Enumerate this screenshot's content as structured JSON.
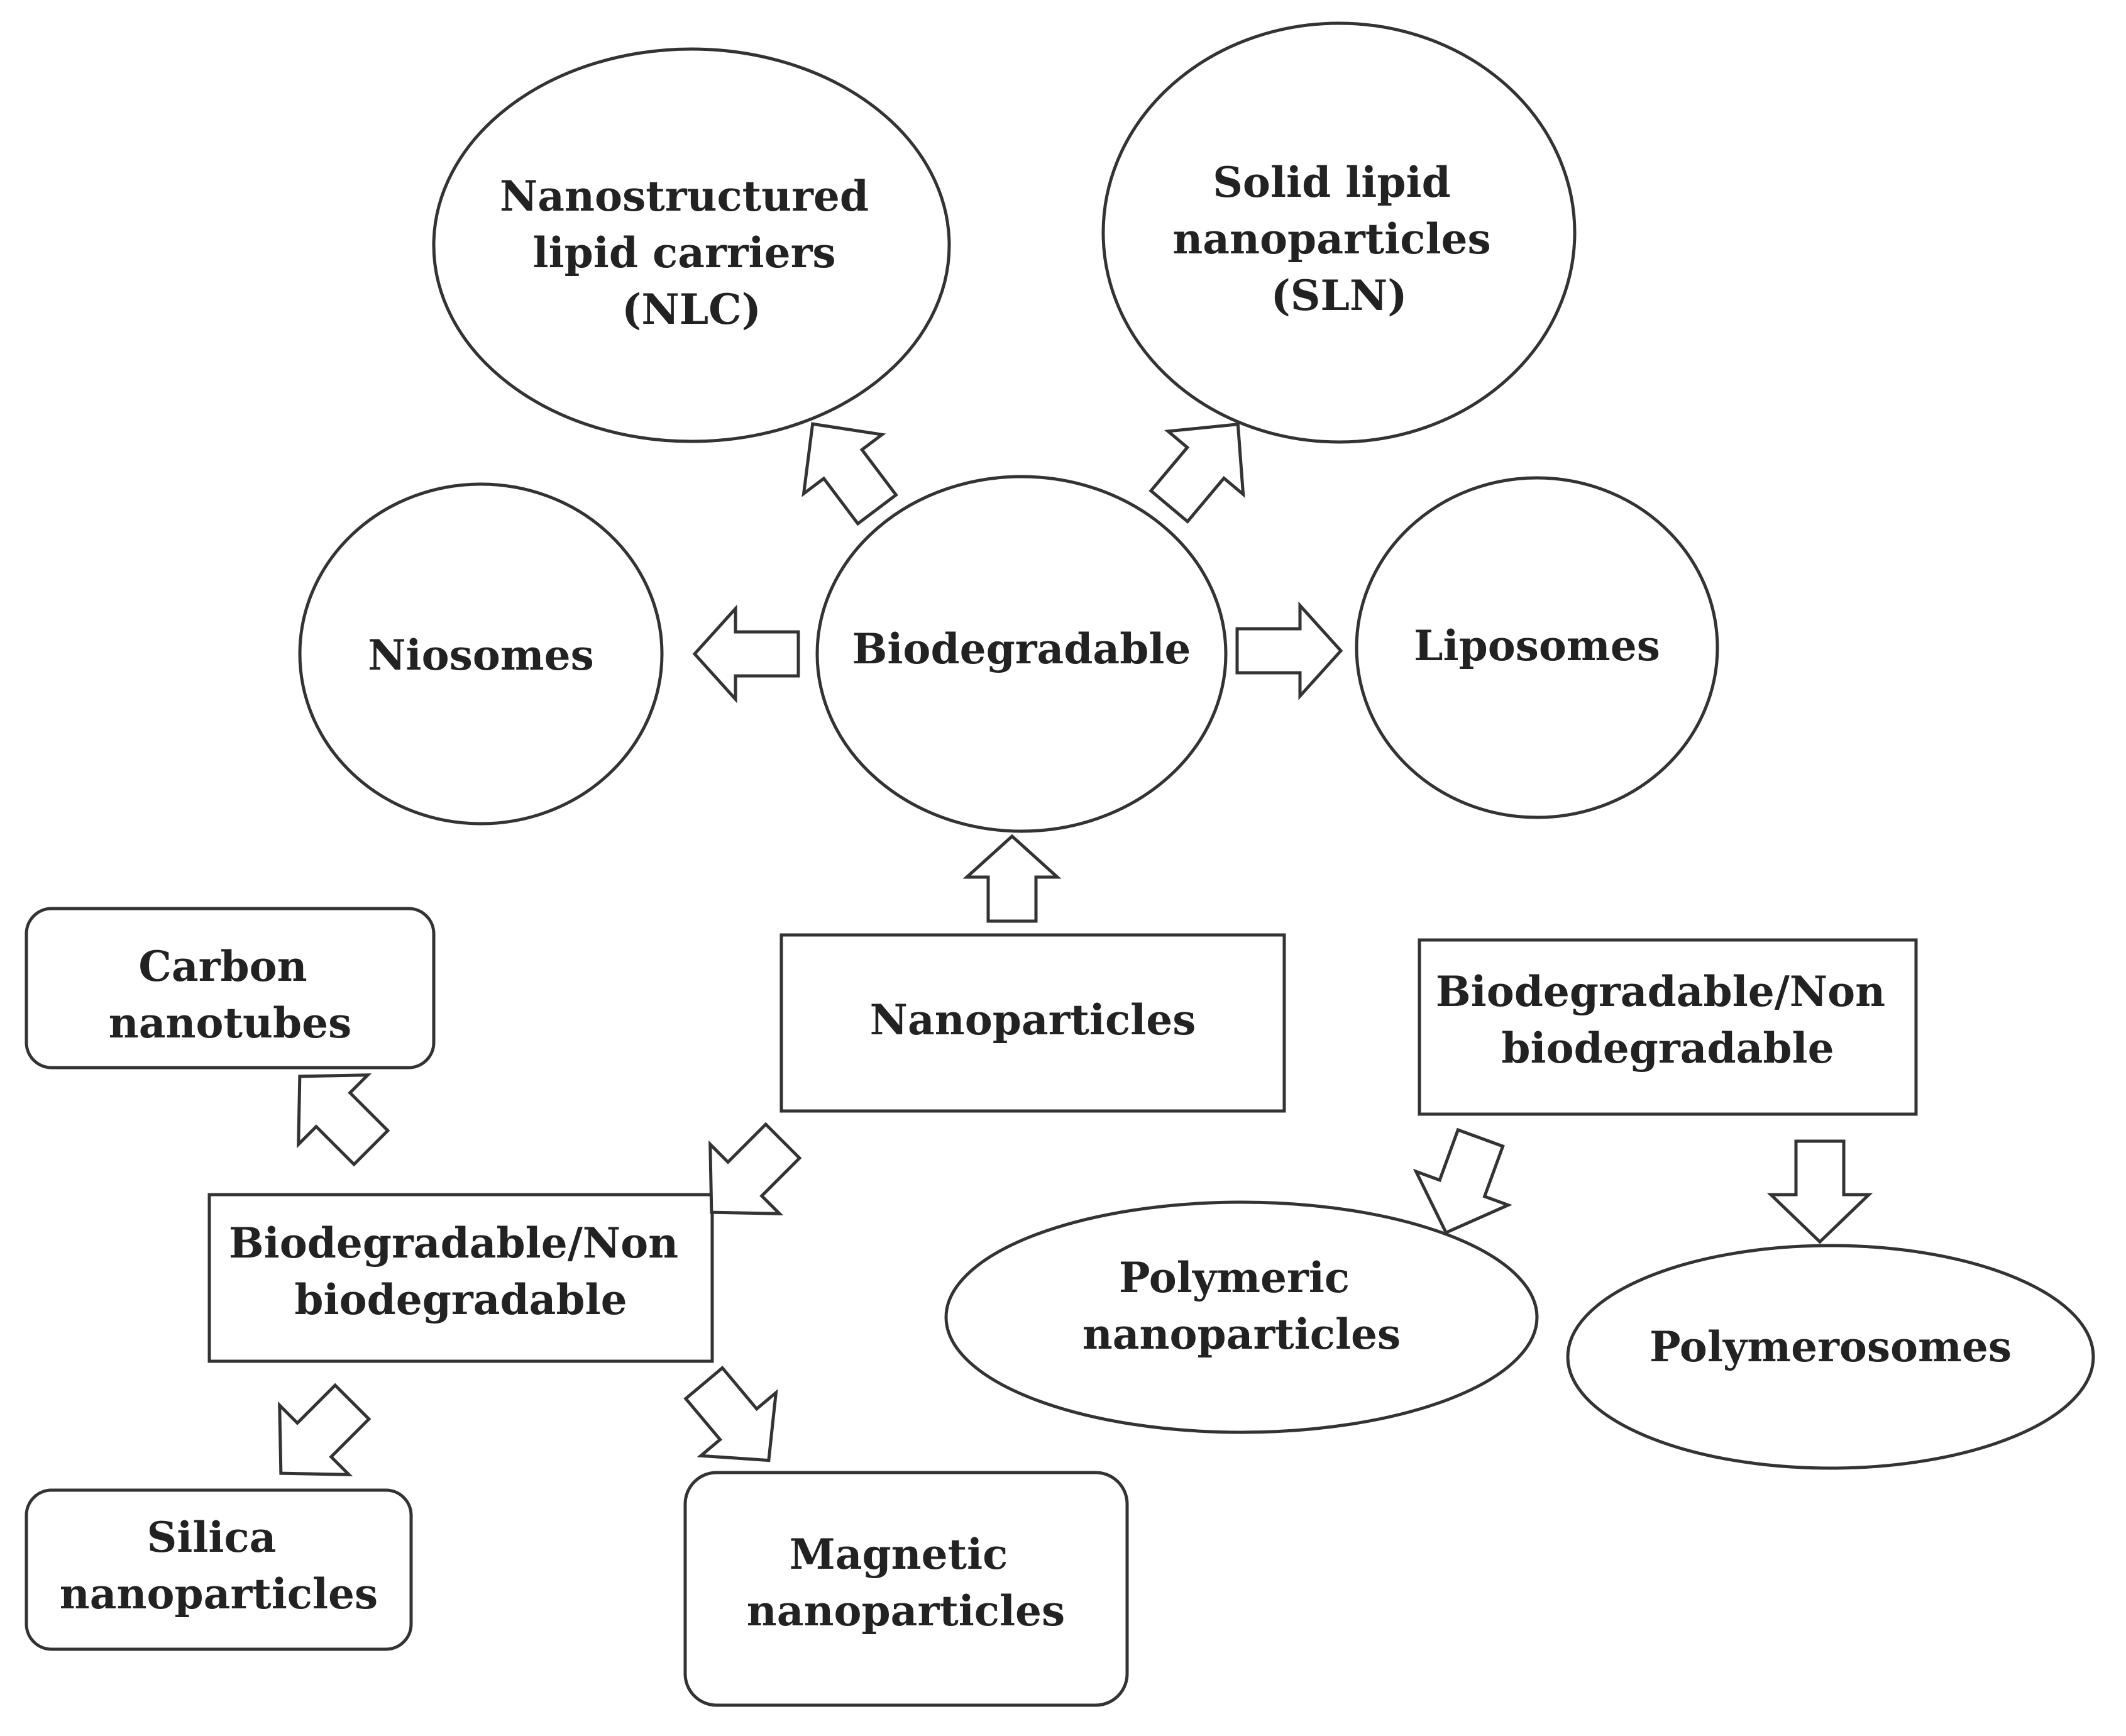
{
  "nodes": {
    "nlc": {
      "lines": [
        "Nanostructured",
        "lipid carriers",
        "(NLC)"
      ]
    },
    "sln": {
      "lines": [
        "Solid lipid",
        "nanoparticles",
        "(SLN)"
      ]
    },
    "niosomes": {
      "lines": [
        "Niosomes"
      ]
    },
    "biodegradable": {
      "lines": [
        "Biodegradable"
      ]
    },
    "liposomes": {
      "lines": [
        "Liposomes"
      ]
    },
    "nanoparticles": {
      "lines": [
        "Nanoparticles"
      ]
    },
    "carbon": {
      "lines": [
        "Carbon",
        "nanotubes"
      ]
    },
    "bnb_left": {
      "lines": [
        "Biodegradable/Non",
        "biodegradable"
      ]
    },
    "bnb_right": {
      "lines": [
        "Biodegradable/Non",
        "biodegradable"
      ]
    },
    "polymeric": {
      "lines": [
        "Polymeric",
        "nanoparticles"
      ]
    },
    "polymerosomes": {
      "lines": [
        "Polymerosomes"
      ]
    },
    "silica": {
      "lines": [
        "Silica",
        "nanoparticles"
      ]
    },
    "magnetic": {
      "lines": [
        "Magnetic",
        "nanoparticles"
      ]
    }
  },
  "edges": [
    {
      "from": "nanoparticles",
      "to": "biodegradable"
    },
    {
      "from": "biodegradable",
      "to": "nlc"
    },
    {
      "from": "biodegradable",
      "to": "sln"
    },
    {
      "from": "biodegradable",
      "to": "niosomes"
    },
    {
      "from": "biodegradable",
      "to": "liposomes"
    },
    {
      "from": "nanoparticles",
      "to": "bnb_left"
    },
    {
      "from": "bnb_left",
      "to": "carbon"
    },
    {
      "from": "bnb_left",
      "to": "silica"
    },
    {
      "from": "bnb_left",
      "to": "magnetic"
    },
    {
      "from": "bnb_right",
      "to": "polymeric"
    },
    {
      "from": "bnb_right",
      "to": "polymerosomes"
    }
  ],
  "colors": {
    "stroke": "#333333",
    "fill": "#ffffff",
    "text": "#222222"
  }
}
